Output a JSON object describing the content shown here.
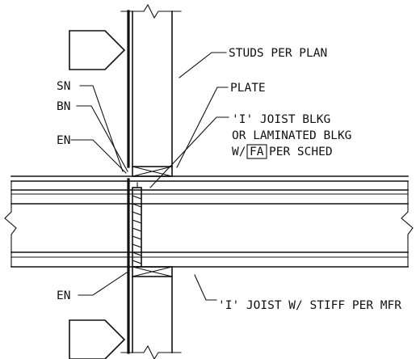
{
  "notes": {
    "studs": "STUDS PER PLAN",
    "plate": "PLATE",
    "sn": "SN",
    "bn": "BN",
    "en_top": "EN",
    "en_bottom": "EN",
    "blkg_line1": "'I' JOIST BLKG",
    "blkg_line2": "OR LAMINATED BLKG",
    "blkg_line3_prefix": "W/",
    "blkg_line3_box": "FA",
    "blkg_line3_suffix": "PER SCHED",
    "joist": "'I' JOIST W/ STIFF PER MFR"
  },
  "icons": [
    "section-arrow-icon",
    "break-line-icon"
  ]
}
